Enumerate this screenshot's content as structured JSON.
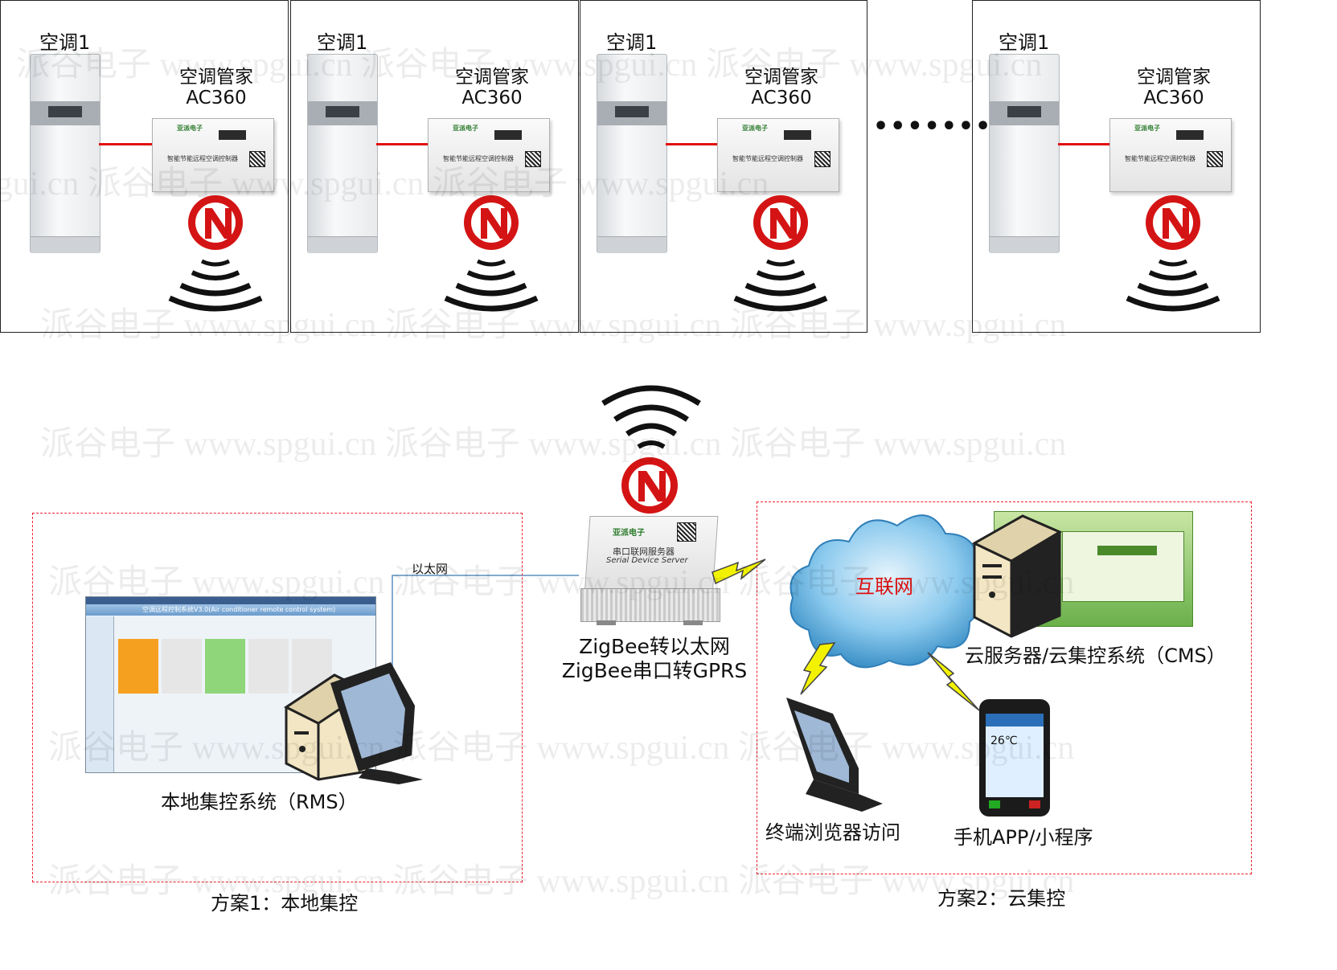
{
  "units": [
    {
      "ac_label": "空调1",
      "controller_label": "空调管家",
      "controller_model": "AC360",
      "device_text": "智能节能远程空调控制器",
      "brand": "亚派电子"
    },
    {
      "ac_label": "空调1",
      "controller_label": "空调管家",
      "controller_model": "AC360",
      "device_text": "智能节能远程空调控制器",
      "brand": "亚派电子"
    },
    {
      "ac_label": "空调1",
      "controller_label": "空调管家",
      "controller_model": "AC360",
      "device_text": "智能节能远程空调控制器",
      "brand": "亚派电子"
    },
    {
      "ac_label": "空调1",
      "controller_label": "空调管家",
      "controller_model": "AC360",
      "device_text": "智能节能远程空调控制器",
      "brand": "亚派电子"
    }
  ],
  "ellipsis": "•••••••",
  "watermark": "派谷电子 www.spgui.cn 派谷电子 www.spgui.cn 派谷电子 www.spgui.cn",
  "gateway": {
    "line1": "ZigBee转以太网",
    "line2": "ZigBee串口转GPRS",
    "box_title": "串口联网服务器",
    "box_subtitle": "Serial Device Server",
    "brand": "亚派电子"
  },
  "ethernet_label": "以太网",
  "internet_label": "互联网",
  "local": {
    "label": "本地集控系统（RMS）",
    "scheme": "方案1：本地集控",
    "screen_title": "空调远程控制系统V3.0(Air conditioner remote control system)"
  },
  "cloud": {
    "server_label": "云服务器/云集控系统（CMS）",
    "browser_label": "终端浏览器访问",
    "app_label": "手机APP/小程序",
    "scheme": "方案2：云集控",
    "phone_temp": "26℃"
  },
  "colors": {
    "link_red": "#e01010",
    "dash_red": "#e23333",
    "bolt_yellow": "#f2f200",
    "internet_red": "#e01010",
    "cloud_blue": "#5aaedc"
  }
}
